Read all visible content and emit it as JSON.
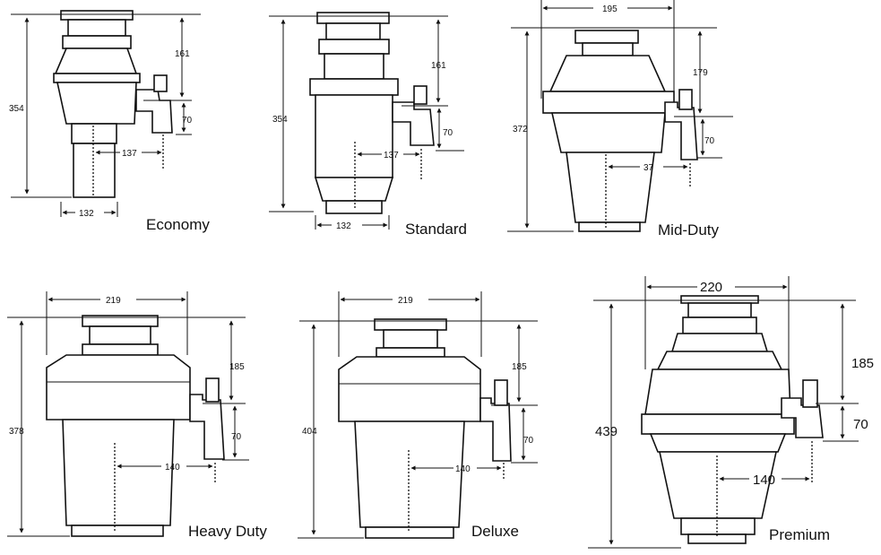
{
  "models": [
    {
      "name": "Economy",
      "height": "354",
      "top": "161",
      "outlet": "70",
      "offset": "137",
      "base": "132"
    },
    {
      "name": "Standard",
      "height": "354",
      "top": "161",
      "outlet": "70",
      "offset": "137",
      "base": "132"
    },
    {
      "name": "Mid-Duty",
      "width": "195",
      "height": "372",
      "top": "179",
      "outlet": "70",
      "offset": "37"
    },
    {
      "name": "Heavy Duty",
      "width": "219",
      "height": "378",
      "top": "185",
      "outlet": "70",
      "offset": "140"
    },
    {
      "name": "Deluxe",
      "width": "219",
      "height": "404",
      "top": "185",
      "outlet": "70",
      "offset": "140"
    },
    {
      "name": "Premium",
      "width": "220",
      "height": "439",
      "top": "185",
      "outlet": "70",
      "offset": "140"
    }
  ]
}
